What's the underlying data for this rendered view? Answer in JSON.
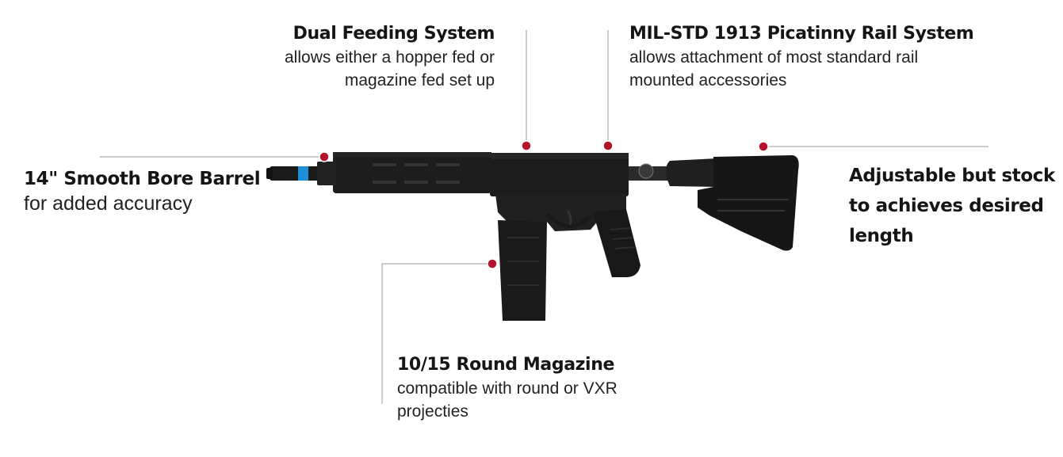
{
  "callouts": {
    "dual_feed": {
      "title": "Dual Feeding System",
      "description": "allows either a hopper fed or magazine fed set up"
    },
    "rail": {
      "title": "MIL-STD 1913 Picatinny Rail System",
      "description": "allows attachment of most standard rail mounted accessories"
    },
    "barrel": {
      "title": "14\" Smooth Bore Barrel",
      "description": "for added accuracy"
    },
    "stock": {
      "title": "Adjustable but stock to achieves desired length"
    },
    "magazine": {
      "title": "10/15 Round Magazine",
      "description": "compatible with round or VXR projecties"
    }
  },
  "colors": {
    "marker": "#b5122b",
    "leader_line": "#9a9a9a",
    "body": "#1b1b1b",
    "barrel_band": "#1e8fd6"
  }
}
